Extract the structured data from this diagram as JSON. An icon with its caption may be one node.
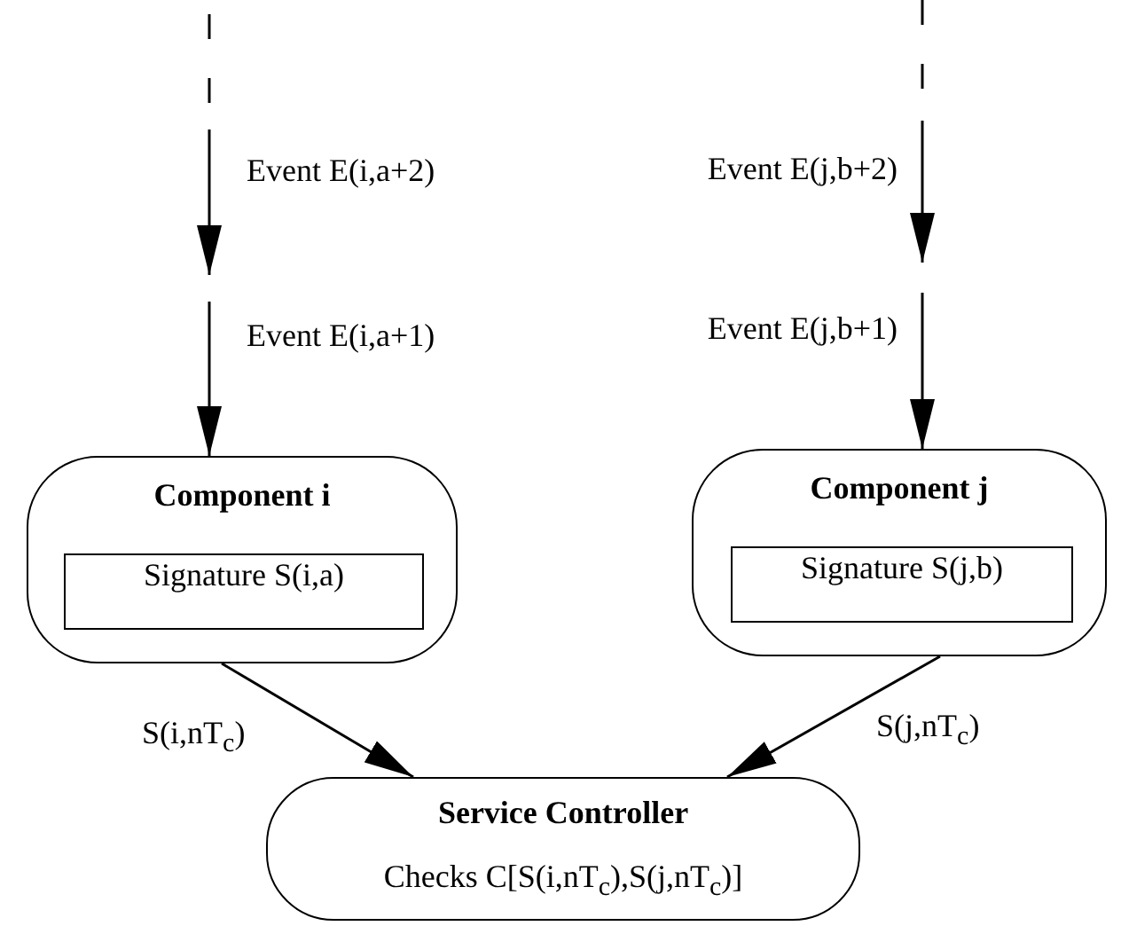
{
  "diagram": {
    "nodes": [
      {
        "text": [
          "Component i"
        ]
      },
      {
        "text": [
          "Signature S(i,a)"
        ],
        "in": 0
      },
      {
        "text": [
          "Component j"
        ]
      },
      {
        "text": [
          "Signature S(j,b)"
        ],
        "in": 2
      },
      {
        "text": [
          "Service Controller",
          "Checks C[S(i,nT$_{c}$),S(j,nT$_{c}$)]"
        ]
      }
    ],
    "edges": [
      {
        "from": null,
        "to": 0,
        "arrow": "to",
        "label": "Event E(i,a+1)"
      },
      {
        "from": null,
        "to": 2,
        "arrow": "to",
        "label": "Event E(j,b+1)"
      },
      {
        "from": 0,
        "to": 4,
        "arrow": "to",
        "label": "S(i,nT$_{c}$)"
      },
      {
        "from": 2,
        "to": 4,
        "arrow": "to",
        "label": "S(j,nT$_{c}$)"
      }
    ],
    "labels": [
      "Event E(i,a+2)",
      "Event E(j,b+2)"
    ]
  }
}
